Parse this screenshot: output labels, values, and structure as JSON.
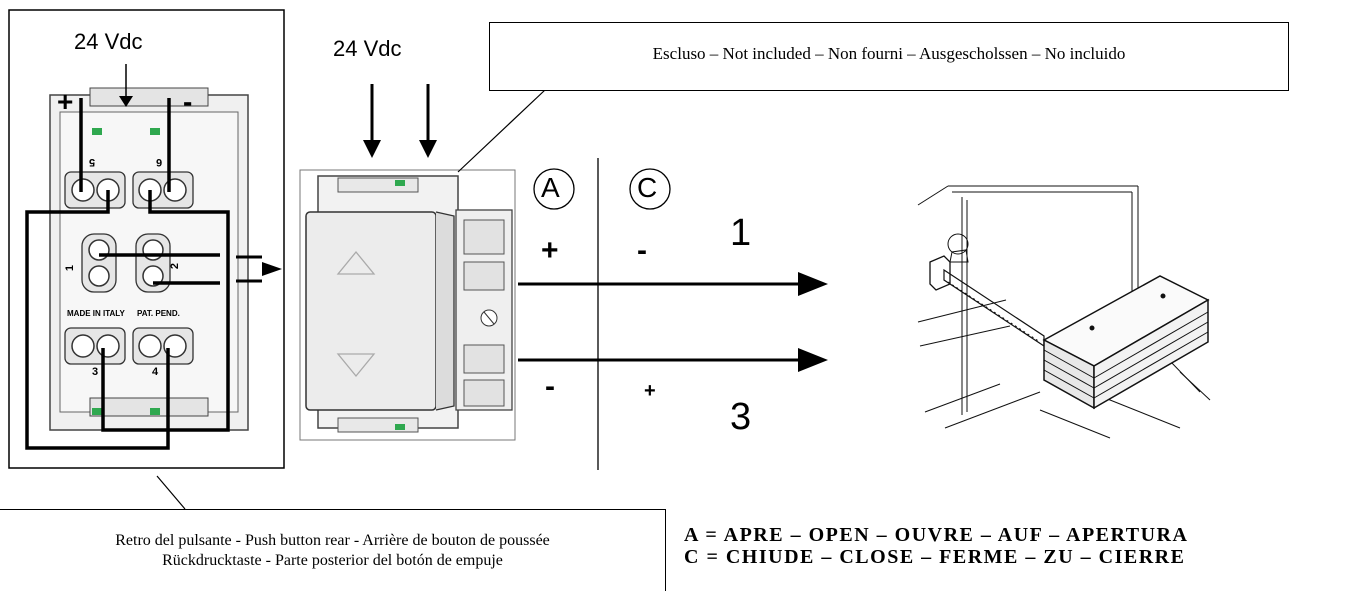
{
  "left_panel": {
    "voltage": "24 Vdc",
    "plus": "+",
    "minus": "-",
    "terminals": [
      "5",
      "6",
      "1",
      "2",
      "3",
      "4"
    ],
    "made_in": "MADE IN ITALY",
    "patent": "PAT. PEND."
  },
  "switch": {
    "voltage": "24 Vdc"
  },
  "callout_top": {
    "text": "Escluso – Not included – Non fourni – Ausgescholssen – No incluido"
  },
  "callout_bottom": {
    "line1": "Retro del pulsante - Push button rear - Arrière de bouton de poussée",
    "line2": "Rückdrucktaste - Parte posterior del botón de empuje"
  },
  "table": {
    "col_a": "A",
    "col_c": "C",
    "row1": {
      "a": "+",
      "c": "-",
      "out": "1"
    },
    "row2": {
      "a": "-",
      "c": "+",
      "out": "3"
    }
  },
  "legend": {
    "line_a": "A = APRE – OPEN – OUVRE – AUF – APERTURA",
    "line_c": "C = CHIUDE – CLOSE – FERME – ZU – CIERRE"
  },
  "colors": {
    "line": "#000000",
    "body_gray": "#e9e9e9",
    "accent_green": "#2fa84f"
  }
}
